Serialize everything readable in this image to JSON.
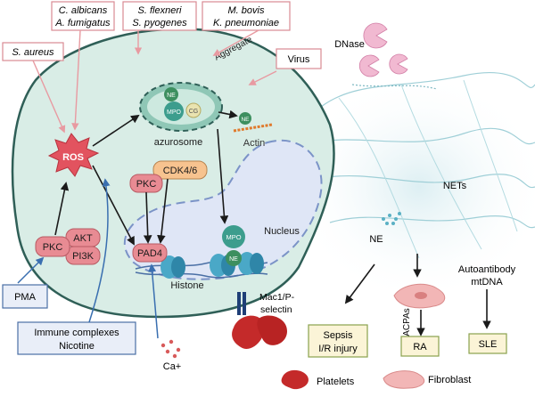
{
  "stimuli": {
    "ca_af": [
      "C. albicans",
      "A. fumigatus"
    ],
    "sf_sp": [
      "S. flexneri",
      "S. pyogenes"
    ],
    "mb_kp": [
      "M. bovis",
      "K. pneumoniae"
    ],
    "s_aureus": "S. aureus",
    "virus": "Virus",
    "aggregate": "Aggregate",
    "pma": "PMA",
    "immune": [
      "Immune complexes",
      "Nicotine"
    ],
    "calcium": "Ca+"
  },
  "cell": {
    "ros": "ROS",
    "pkc_upper": "PKC",
    "cdk": "CDK4/6",
    "pkc_lower": "PKC",
    "akt": "AKT",
    "pi3k": "PI3K",
    "pad4": "PAD4",
    "ne": "NE",
    "mpo": "MPO",
    "cg": "CG",
    "azurosome": "azurosome",
    "actin": "Actin",
    "nucleus": "Nucleus",
    "histone": "Histone"
  },
  "nets_side": {
    "dnase": "DNase",
    "nets": "NETs",
    "ne": "NE",
    "acpas": "ACPAs",
    "autoantibody": [
      "Autoantibody",
      "mtDNA"
    ],
    "mac1": [
      "Mac1/P-",
      "selectin"
    ]
  },
  "diseases": {
    "sepsis": [
      "Sepsis",
      "I/R injury"
    ],
    "ra": "RA",
    "sle": "SLE"
  },
  "legend": {
    "platelets": "Platelets",
    "fibroblast": "Fibroblast"
  },
  "colors": {
    "cell_fill": "#d9ede6",
    "cell_stroke": "#2f5f57",
    "nucleus_fill": "#dfe6f6",
    "nucleus_stroke": "#7b93c7",
    "pink_box": "#e88b93",
    "box_border": "#d98a92",
    "pma_fill": "#e9eef8",
    "pma_border": "#4a6fa5",
    "disease_fill": "#fbf4d7",
    "disease_border": "#8aa24e",
    "ros": "#e2535f",
    "platelet": "#c42a2a",
    "fibroblast": "#f2b6b6"
  }
}
